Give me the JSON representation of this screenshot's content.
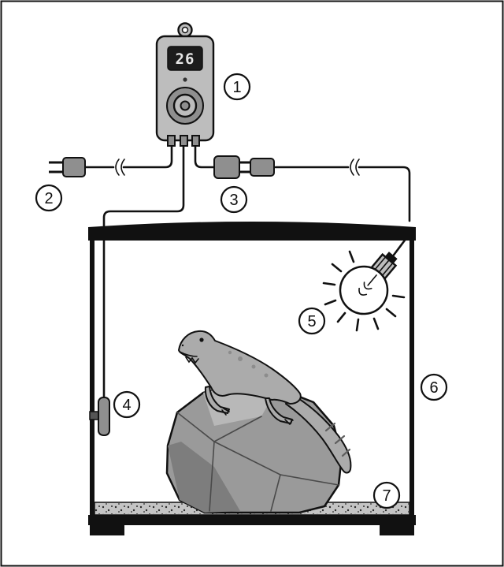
{
  "diagram": {
    "type": "terrarium-thermostat-setup-diagram",
    "thermostat": {
      "display_value": "26"
    },
    "callouts": [
      {
        "label": "1",
        "component": "thermostat-controller"
      },
      {
        "label": "2",
        "component": "power-plug"
      },
      {
        "label": "3",
        "component": "plug-and-socket-connection"
      },
      {
        "label": "4",
        "component": "temperature-sensor-probe"
      },
      {
        "label": "5",
        "component": "heat-lamp-bulb"
      },
      {
        "label": "6",
        "component": "terrarium-enclosure"
      },
      {
        "label": "7",
        "component": "substrate"
      }
    ],
    "colors": {
      "line": "#111111",
      "background": "#ffffff",
      "device_body": "#bdbdbd",
      "device_dark": "#8f8f8f",
      "display_bg": "#1c1c1c",
      "display_text": "#e6e6e6",
      "rock": "#9a9a9a",
      "rock_dark": "#7d7d7d",
      "lizard": "#ababab",
      "substrate": "#c4c4c4"
    }
  }
}
